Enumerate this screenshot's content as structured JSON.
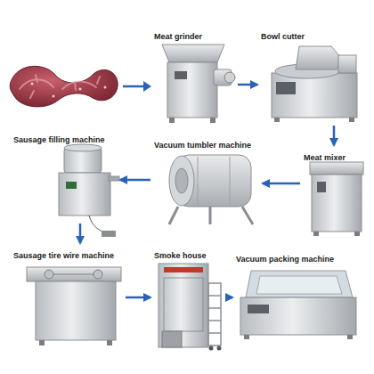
{
  "diagram": {
    "nodes": [
      {
        "text": [
          "Meat grinder"
        ]
      },
      {
        "text": [
          "Bowl cutter"
        ]
      },
      {
        "text": [
          "Meat mixer"
        ]
      },
      {
        "text": [
          "Vacuum tumbler machine"
        ]
      },
      {
        "text": [
          "Sausage filling machine"
        ]
      },
      {
        "text": [
          "Sausage tire wire machine"
        ]
      },
      {
        "text": [
          "Smoke house"
        ]
      },
      {
        "text": [
          "Vacuum packing machine"
        ]
      }
    ],
    "edges": [
      {
        "from": 0,
        "to": 1,
        "arrow": "to"
      },
      {
        "from": 1,
        "to": 2,
        "arrow": "to"
      },
      {
        "from": 2,
        "to": 3,
        "arrow": "to"
      },
      {
        "from": 3,
        "to": 4,
        "arrow": "to"
      },
      {
        "from": 4,
        "to": 5,
        "arrow": "to"
      },
      {
        "from": 5,
        "to": 6,
        "arrow": "to"
      },
      {
        "from": 6,
        "to": 7,
        "arrow": "to"
      }
    ]
  }
}
